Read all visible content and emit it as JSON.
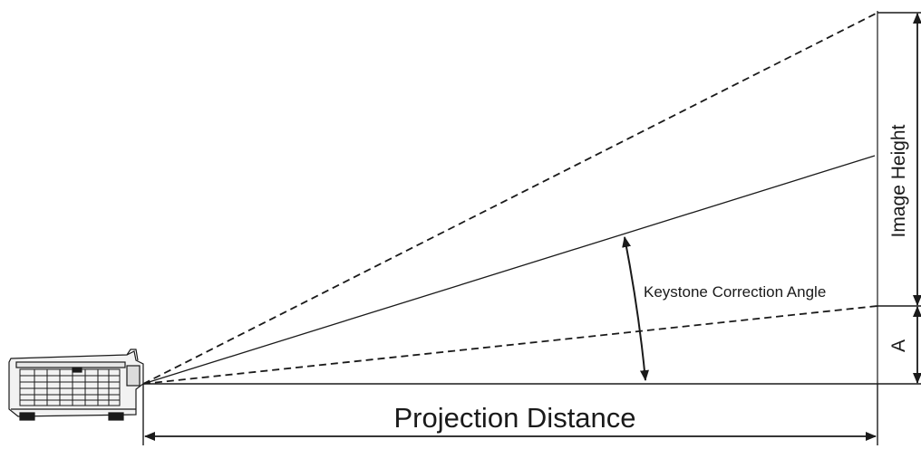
{
  "labels": {
    "projection_distance": "Projection Distance",
    "keystone_angle": "Keystone Correction Angle",
    "image_height": "Image Height",
    "offset_a": "A"
  },
  "colors": {
    "line": "#1a1a1a",
    "projector_body": "#f2f2f2",
    "projector_outline": "#1a1a1a"
  },
  "icons": {
    "projector": "projector-icon"
  }
}
